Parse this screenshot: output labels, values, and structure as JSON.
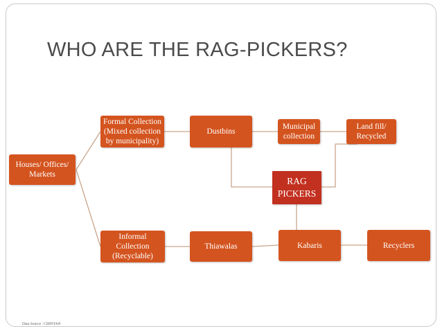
{
  "title": "WHO ARE THE RAG-PICKERS?",
  "nodes": {
    "houses": "Houses/ Offices/ Markets",
    "formal": "Formal Collection (Mixed collection by municipality)",
    "informal": "Informal Collection (Recyclable)",
    "dustbins": "Dustbins",
    "municipal": "Municipal collection",
    "landfill": "Land fill/ Recycled",
    "ragpickers": "RAG PICKERS",
    "thiawalas": "Thiawalas",
    "kabaris": "Kabaris",
    "recyclers": "Recyclers"
  },
  "source": "Data Source : CHINTAN",
  "colors": {
    "node": "#d4541f",
    "center": "#c2301f",
    "line": "#c9a48a"
  }
}
